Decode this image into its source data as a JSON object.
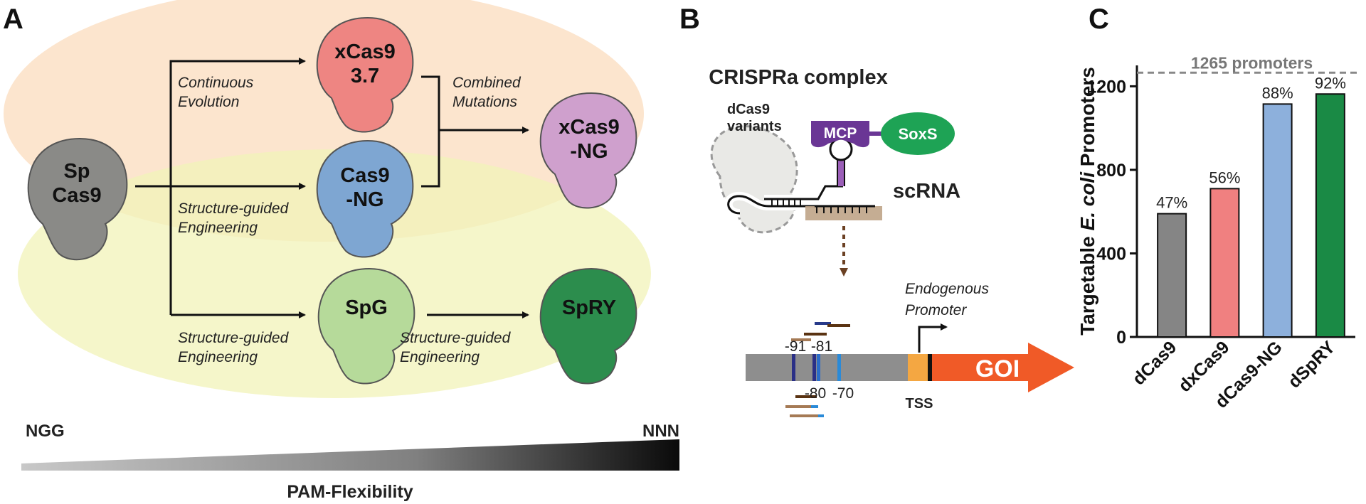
{
  "panels": {
    "a": "A",
    "b": "B",
    "c": "C"
  },
  "panel_a": {
    "enzymes": {
      "spcas9": [
        "Sp",
        "Cas9"
      ],
      "xcas9": [
        "xCas9",
        "3.7"
      ],
      "cas9ng": [
        "Cas9",
        "-NG"
      ],
      "xcas9ng": [
        "xCas9",
        "-NG"
      ],
      "spg": "SpG",
      "spry": "SpRY"
    },
    "methods": {
      "continuous": [
        "Continuous",
        "Evolution"
      ],
      "combined": [
        "Combined",
        "Mutations"
      ],
      "structure_mid": [
        "Structure-guided",
        "Engineering"
      ],
      "structure_low": [
        "Structure-guided",
        "Engineering"
      ],
      "structure_right": [
        "Structure-guided",
        "Engineering"
      ]
    },
    "pam_left": "NGG",
    "pam_right": "NNN",
    "pam_axis": "PAM-Flexibility"
  },
  "panel_b": {
    "title": "CRISPRa complex",
    "dcas9_variants": [
      "dCas9",
      "variants"
    ],
    "mcp": "MCP",
    "soxs": "SoxS",
    "scrna": "scRNA",
    "endogenous_promoter": [
      "Endogenous",
      "Promoter"
    ],
    "pos_91": "-91",
    "pos_81": "-81",
    "pos_80": "-80",
    "pos_70": "-70",
    "tss": "TSS",
    "goi": "GOI"
  },
  "chart_data": {
    "type": "bar",
    "ylabel_prefix": "Targetable ",
    "ylabel_italic": "E. coli",
    "ylabel_suffix": " Promoters",
    "ylim": [
      0,
      1300
    ],
    "yticks": [
      0,
      400,
      800,
      1200
    ],
    "categories": [
      "dCas9",
      "dxCas9",
      "dCas9-NG",
      "dSpRY"
    ],
    "values": [
      590,
      710,
      1115,
      1163
    ],
    "labels": [
      "47%",
      "56%",
      "88%",
      "92%"
    ],
    "colors": [
      "#858585",
      "#f08080",
      "#8db0dc",
      "#1a8a45"
    ],
    "reference_line": {
      "value": 1265,
      "label": "1265 promoters"
    }
  }
}
